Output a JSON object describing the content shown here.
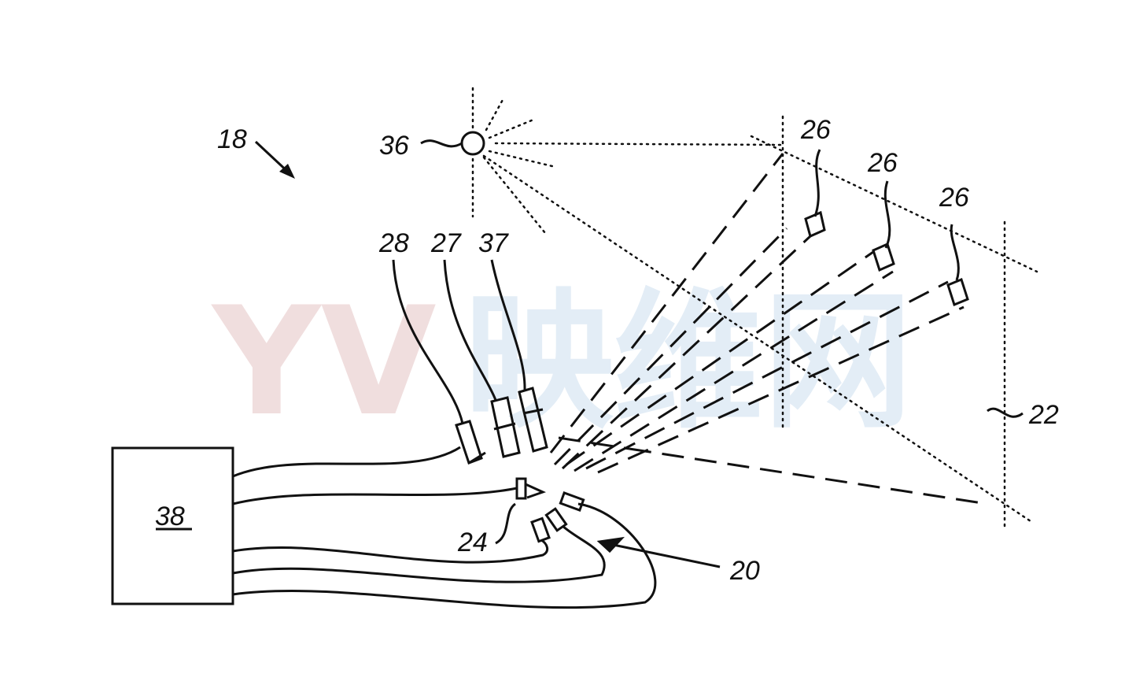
{
  "watermark": {
    "logo": "YV",
    "text": "映维网"
  },
  "labels": {
    "system": "18",
    "light_source": "36",
    "marker_1": "26",
    "marker_2": "26",
    "marker_3": "26",
    "component_27": "27",
    "component_37": "37",
    "component_28": "28",
    "plane": "22",
    "sensor": "24",
    "sensor_array": "20",
    "controller": "38"
  }
}
